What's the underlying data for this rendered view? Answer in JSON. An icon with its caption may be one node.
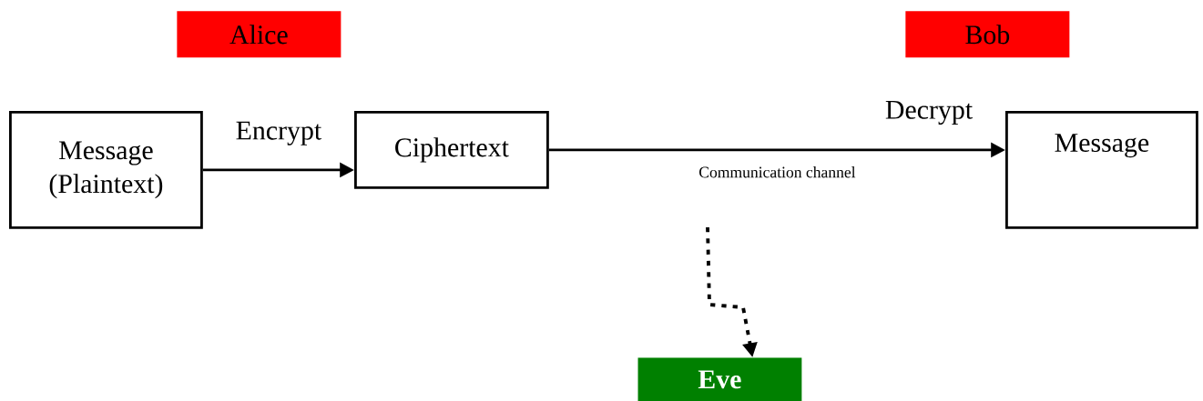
{
  "diagram": {
    "nodes": [
      {
        "text": [
          "Alice"
        ]
      },
      {
        "text": [
          "Bob"
        ]
      },
      {
        "text": [
          "Message (Plaintext)"
        ]
      },
      {
        "text": [
          "Ciphertext"
        ]
      },
      {
        "text": [
          "Message"
        ]
      },
      {
        "text": [
          "Eve"
        ]
      }
    ],
    "edges": [
      {
        "from": 2,
        "to": 3,
        "arrow": "to",
        "label": "Encrypt"
      },
      {
        "from": 3,
        "to": 4,
        "arrow": "to",
        "label": "Communication channel"
      },
      {
        "from": null,
        "to": 5,
        "arrow": "to",
        "style": "dashed"
      }
    ],
    "labels": [
      "Decrypt"
    ]
  }
}
